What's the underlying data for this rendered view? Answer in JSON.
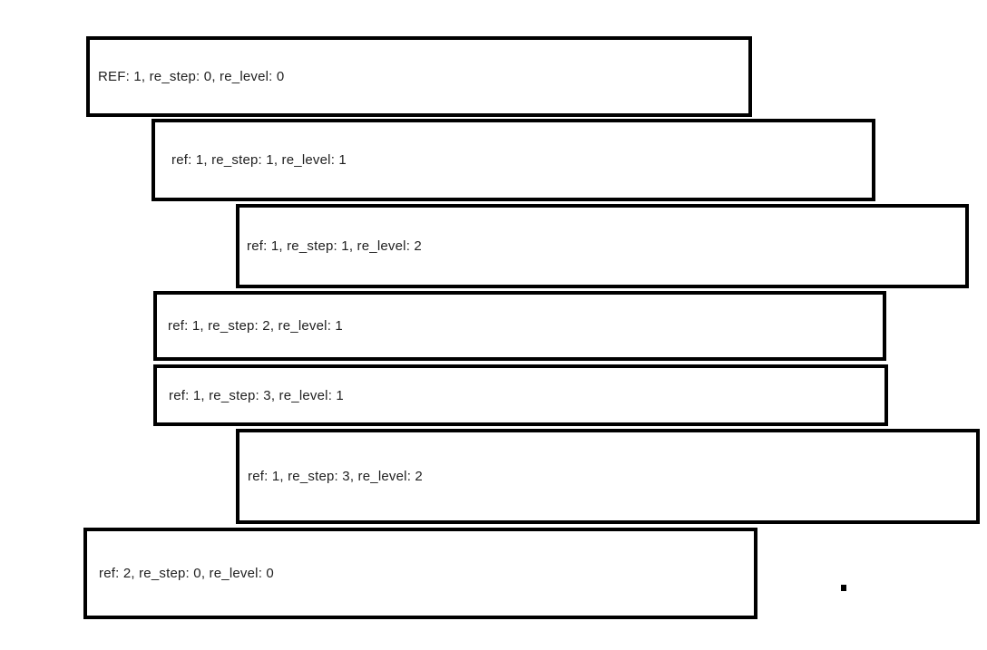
{
  "diagram": {
    "description": "recursion-trace-boxes",
    "background_color": "#ffffff",
    "box_border_color": "#000000",
    "box_fill_color": "#ffffff",
    "text_color": "#1f1f1f"
  },
  "boxes": [
    {
      "label": "REF: 1, re_step: 0, re_level: 0",
      "ref": "1",
      "re_step": 0,
      "re_level": 0
    },
    {
      "label": "ref: 1, re_step: 1, re_level: 1",
      "ref": "1",
      "re_step": 1,
      "re_level": 1
    },
    {
      "label": "ref: 1, re_step: 1, re_level: 2",
      "ref": "1",
      "re_step": 1,
      "re_level": 2
    },
    {
      "label": "ref: 1, re_step: 2, re_level: 1",
      "ref": "1",
      "re_step": 2,
      "re_level": 1
    },
    {
      "label": "ref: 1, re_step: 3, re_level: 1",
      "ref": "1",
      "re_step": 3,
      "re_level": 1
    },
    {
      "label": "ref: 1, re_step: 3, re_level: 2",
      "ref": "1",
      "re_step": 3,
      "re_level": 2
    },
    {
      "label": "ref: 2, re_step: 0, re_level: 0",
      "ref": "2",
      "re_step": 0,
      "re_level": 0
    }
  ],
  "marker": {
    "shape": "small-black-square"
  }
}
